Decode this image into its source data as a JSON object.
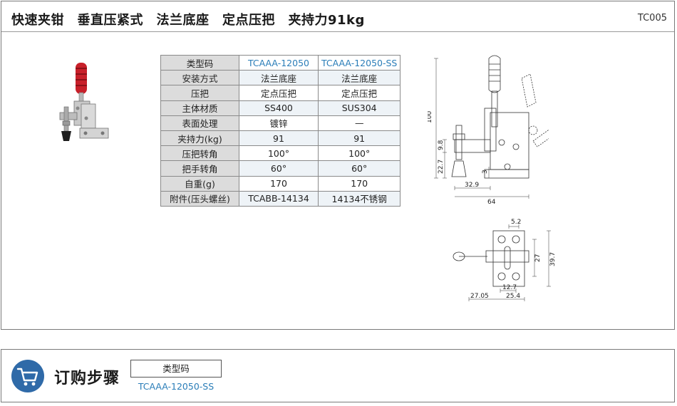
{
  "header": {
    "title": "快速夹钳　垂直压紧式　法兰底座　定点压把　夹持力91kg",
    "code": "TC005"
  },
  "spec_table": {
    "rows": [
      [
        "类型码",
        "TCAAA-12050",
        "TCAAA-12050-SS"
      ],
      [
        "安装方式",
        "法兰底座",
        "法兰底座"
      ],
      [
        "压把",
        "定点压把",
        "定点压把"
      ],
      [
        "主体材质",
        "SS400",
        "SUS304"
      ],
      [
        "表面处理",
        "镀锌",
        "—"
      ],
      [
        "夹持力(kg)",
        "91",
        "91"
      ],
      [
        "压把转角",
        "100°",
        "100°"
      ],
      [
        "把手转角",
        "60°",
        "60°"
      ],
      [
        "自重(g)",
        "170",
        "170"
      ],
      [
        "附件(压头螺丝)",
        "TCABB-14134",
        "14134不锈钢"
      ]
    ]
  },
  "drawing_side": {
    "dims": {
      "height_total": "100",
      "d98": "9.8",
      "d227": "22.7",
      "d3": "3",
      "d329": "32.9",
      "d64": "64"
    }
  },
  "drawing_top": {
    "dims": {
      "d52": "5.2",
      "d27": "27",
      "d397": "39.7",
      "d127": "12.7",
      "d2705": "27.05",
      "d254": "25.4"
    }
  },
  "order": {
    "title": "订购步骤",
    "box_label": "类型码",
    "value": "TCAAA-12050-SS",
    "icon": "shopping-cart-icon",
    "icon_color": "#2f6aa8"
  }
}
